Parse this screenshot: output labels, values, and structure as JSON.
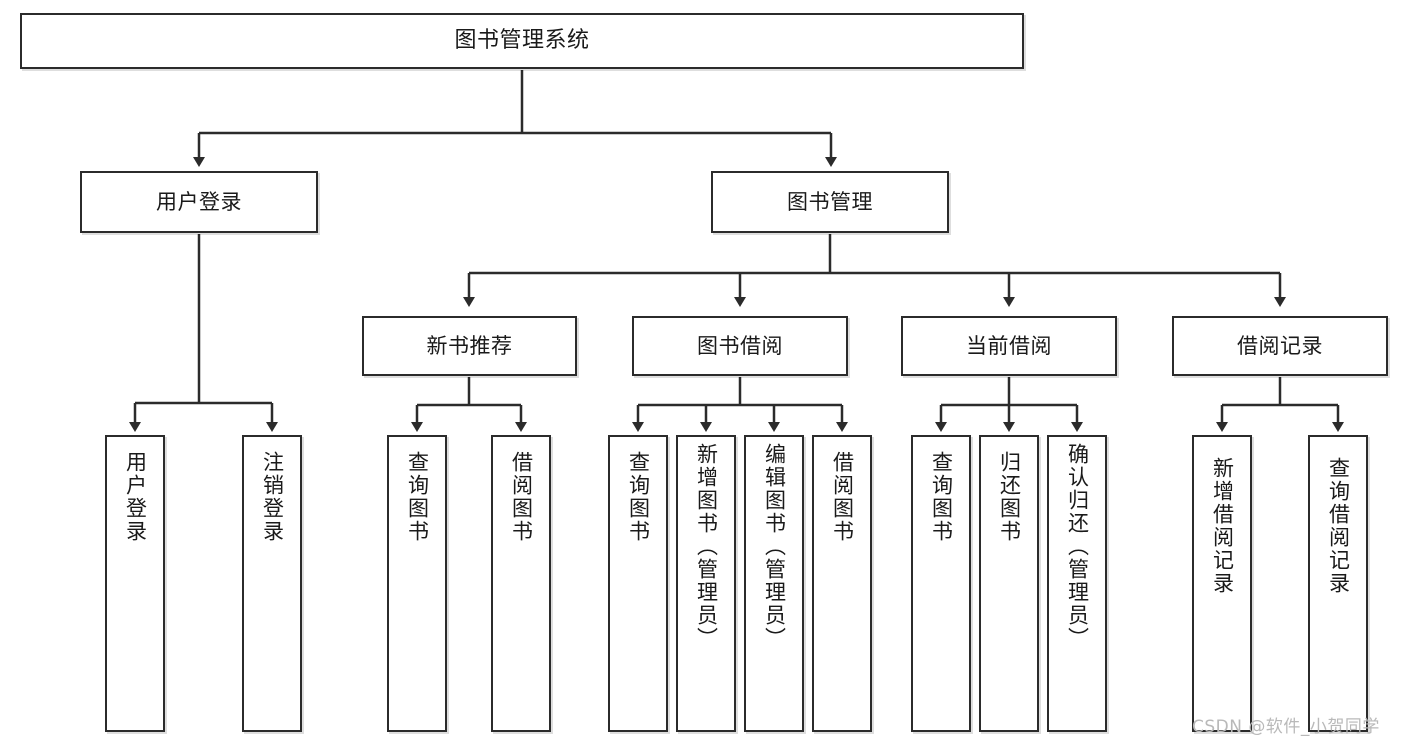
{
  "diagram": {
    "title": "图书管理系统",
    "type": "tree-hierarchy",
    "watermark": "CSDN @软件_小贺同学",
    "colors": {
      "box_border": "#2b2b2b",
      "box_fill": "#ffffff",
      "edge": "#2b2b2b",
      "text": "#1a1a1a",
      "watermark": "#b9b9b9"
    },
    "nodes": {
      "root": {
        "label": "图书管理系统"
      },
      "level2": [
        {
          "id": "user-login",
          "label": "用户登录"
        },
        {
          "id": "book-management",
          "label": "图书管理"
        }
      ],
      "level3": [
        {
          "id": "new-book-recommend",
          "label": "新书推荐"
        },
        {
          "id": "book-borrow",
          "label": "图书借阅"
        },
        {
          "id": "current-borrow",
          "label": "当前借阅"
        },
        {
          "id": "borrow-record",
          "label": "借阅记录"
        }
      ],
      "leaves": {
        "user_login": [
          {
            "id": "leaf-user-login",
            "label": "用户登录"
          },
          {
            "id": "leaf-logout-login",
            "label": "注销登录"
          }
        ],
        "new_book_recommend": [
          {
            "id": "leaf-query-book-1",
            "label": "查询图书"
          },
          {
            "id": "leaf-borrow-book-1",
            "label": "借阅图书"
          }
        ],
        "book_borrow": [
          {
            "id": "leaf-query-book-2",
            "label": "查询图书"
          },
          {
            "id": "leaf-add-book",
            "label": "新增图书（管理员）"
          },
          {
            "id": "leaf-edit-book",
            "label": "编辑图书（管理员）"
          },
          {
            "id": "leaf-borrow-book-2",
            "label": "借阅图书"
          }
        ],
        "current_borrow": [
          {
            "id": "leaf-query-book-3",
            "label": "查询图书"
          },
          {
            "id": "leaf-return-book",
            "label": "归还图书"
          },
          {
            "id": "leaf-confirm-return",
            "label": "确认归还（管理员）"
          }
        ],
        "borrow_record": [
          {
            "id": "leaf-add-record",
            "label": "新增借阅记录"
          },
          {
            "id": "leaf-query-record",
            "label": "查询借阅记录"
          }
        ]
      }
    }
  }
}
